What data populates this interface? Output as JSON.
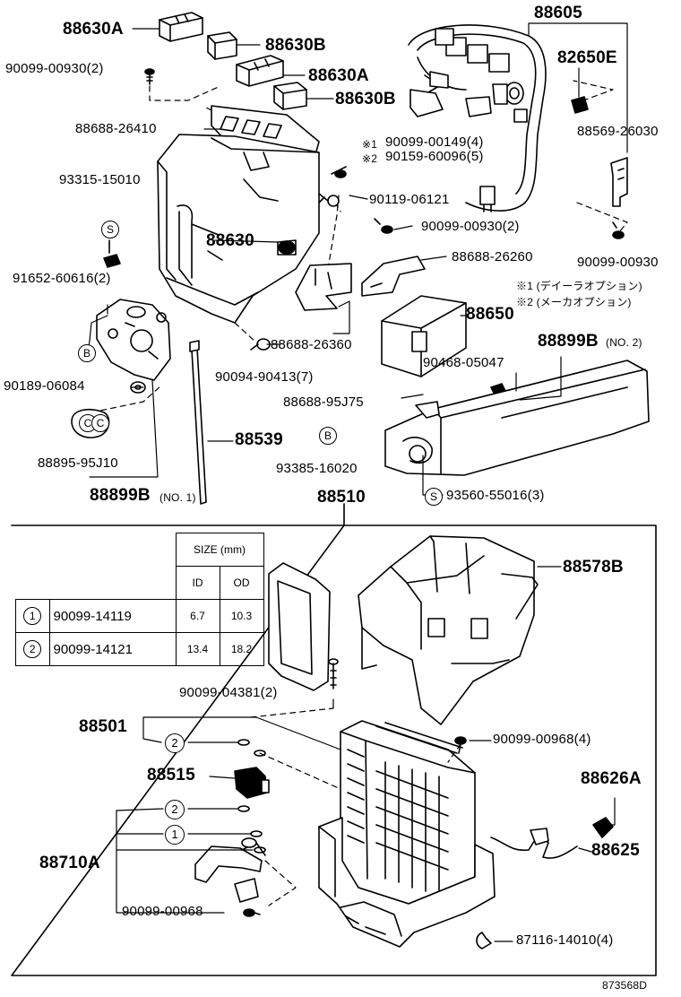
{
  "labels": {
    "p88630A_1": "88630A",
    "p88630B_1": "88630B",
    "p90099_00930_2a": "90099-00930(2)",
    "p88630A_2": "88630A",
    "p88630B_2": "88630B",
    "p88688_26410": "88688-26410",
    "p88605": "88605",
    "p82650E": "82650E",
    "p88569_26030": "88569-26030",
    "p90099_00149": "90099-00149(4)",
    "p90159_60096": "90159-60096(5)",
    "note_mark1": "※1",
    "note_mark2": "※2",
    "p93315_15010": "93315-15010",
    "p90119_06121": "90119-06121",
    "p90099_00930_2b": "90099-00930(2)",
    "p90099_00930": "90099-00930",
    "p88630": "88630",
    "p91652_60616": "91652-60616(2)",
    "p88688_26260": "88688-26260",
    "note1": "※1 (デイーラオプション)",
    "note2": "※2 (メーカオプション)",
    "p88650": "88650",
    "p88688_26360": "88688-26360",
    "p88899B_no2": "88899B",
    "no2": "(NO. 2)",
    "p90189_06084": "90189-06084",
    "p90094_90413": "90094-90413(7)",
    "p90468_05047": "90468-05047",
    "p88688_95J75": "88688-95J75",
    "p88539": "88539",
    "p88895_95J10": "88895-95J10",
    "p93385_16020": "93385-16020",
    "p88899B_no1": "88899B",
    "no1": "(NO. 1)",
    "p93560_55016": "93560-55016(3)",
    "p88510": "88510",
    "p88578B": "88578B",
    "p90099_04381": "90099-04381(2)",
    "p88501": "88501",
    "p90099_00968_4": "90099-00968(4)",
    "p88515": "88515",
    "p88626A": "88626A",
    "p88625": "88625",
    "p88710A": "88710A",
    "p90099_00968": "90099-00968",
    "p87116_14010": "87116-14010(4)",
    "catalog_no": "873568D"
  },
  "markers": {
    "S": "S",
    "B": "B",
    "C": "C",
    "one": "1",
    "two": "2"
  },
  "size_table": {
    "header": "SIZE (mm)",
    "col_id": "ID",
    "col_od": "OD",
    "rows": [
      {
        "mark": "1",
        "part": "90099-14119",
        "id": "6.7",
        "od": "10.3"
      },
      {
        "mark": "2",
        "part": "90099-14121",
        "id": "13.4",
        "od": "18.2"
      }
    ]
  }
}
